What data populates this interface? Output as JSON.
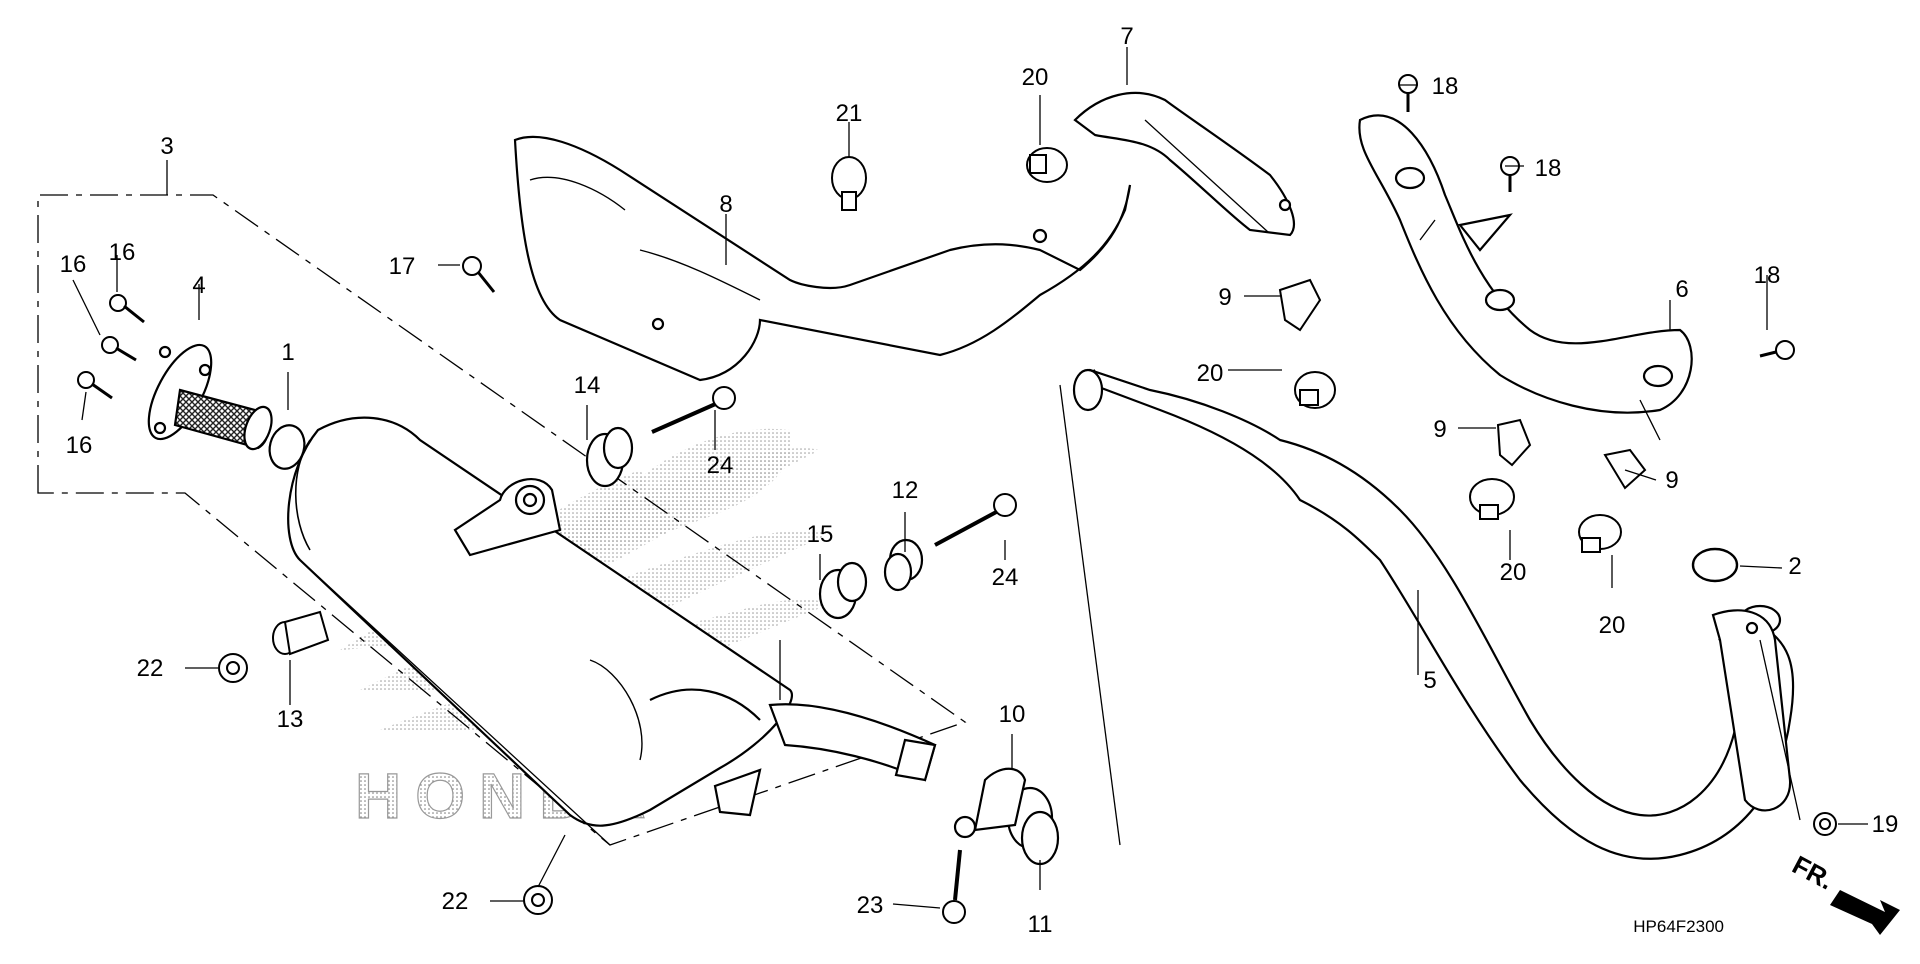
{
  "diagram_code": "HP64F2300",
  "watermark": "HONDA",
  "direction_label": "FR.",
  "callouts": {
    "c1": "1",
    "c2": "2",
    "c3": "3",
    "c4": "4",
    "c5": "5",
    "c6": "6",
    "c7": "7",
    "c8": "8",
    "c9a": "9",
    "c9b": "9",
    "c9c": "9",
    "c10": "10",
    "c11": "11",
    "c12": "12",
    "c13": "13",
    "c14": "14",
    "c15": "15",
    "c16a": "16",
    "c16b": "16",
    "c16c": "16",
    "c17": "17",
    "c18a": "18",
    "c18b": "18",
    "c18c": "18",
    "c19": "19",
    "c20a": "20",
    "c20b": "20",
    "c20c": "20",
    "c20d": "20",
    "c21": "21",
    "c22a": "22",
    "c22b": "22",
    "c23": "23",
    "c24a": "24",
    "c24b": "24"
  }
}
